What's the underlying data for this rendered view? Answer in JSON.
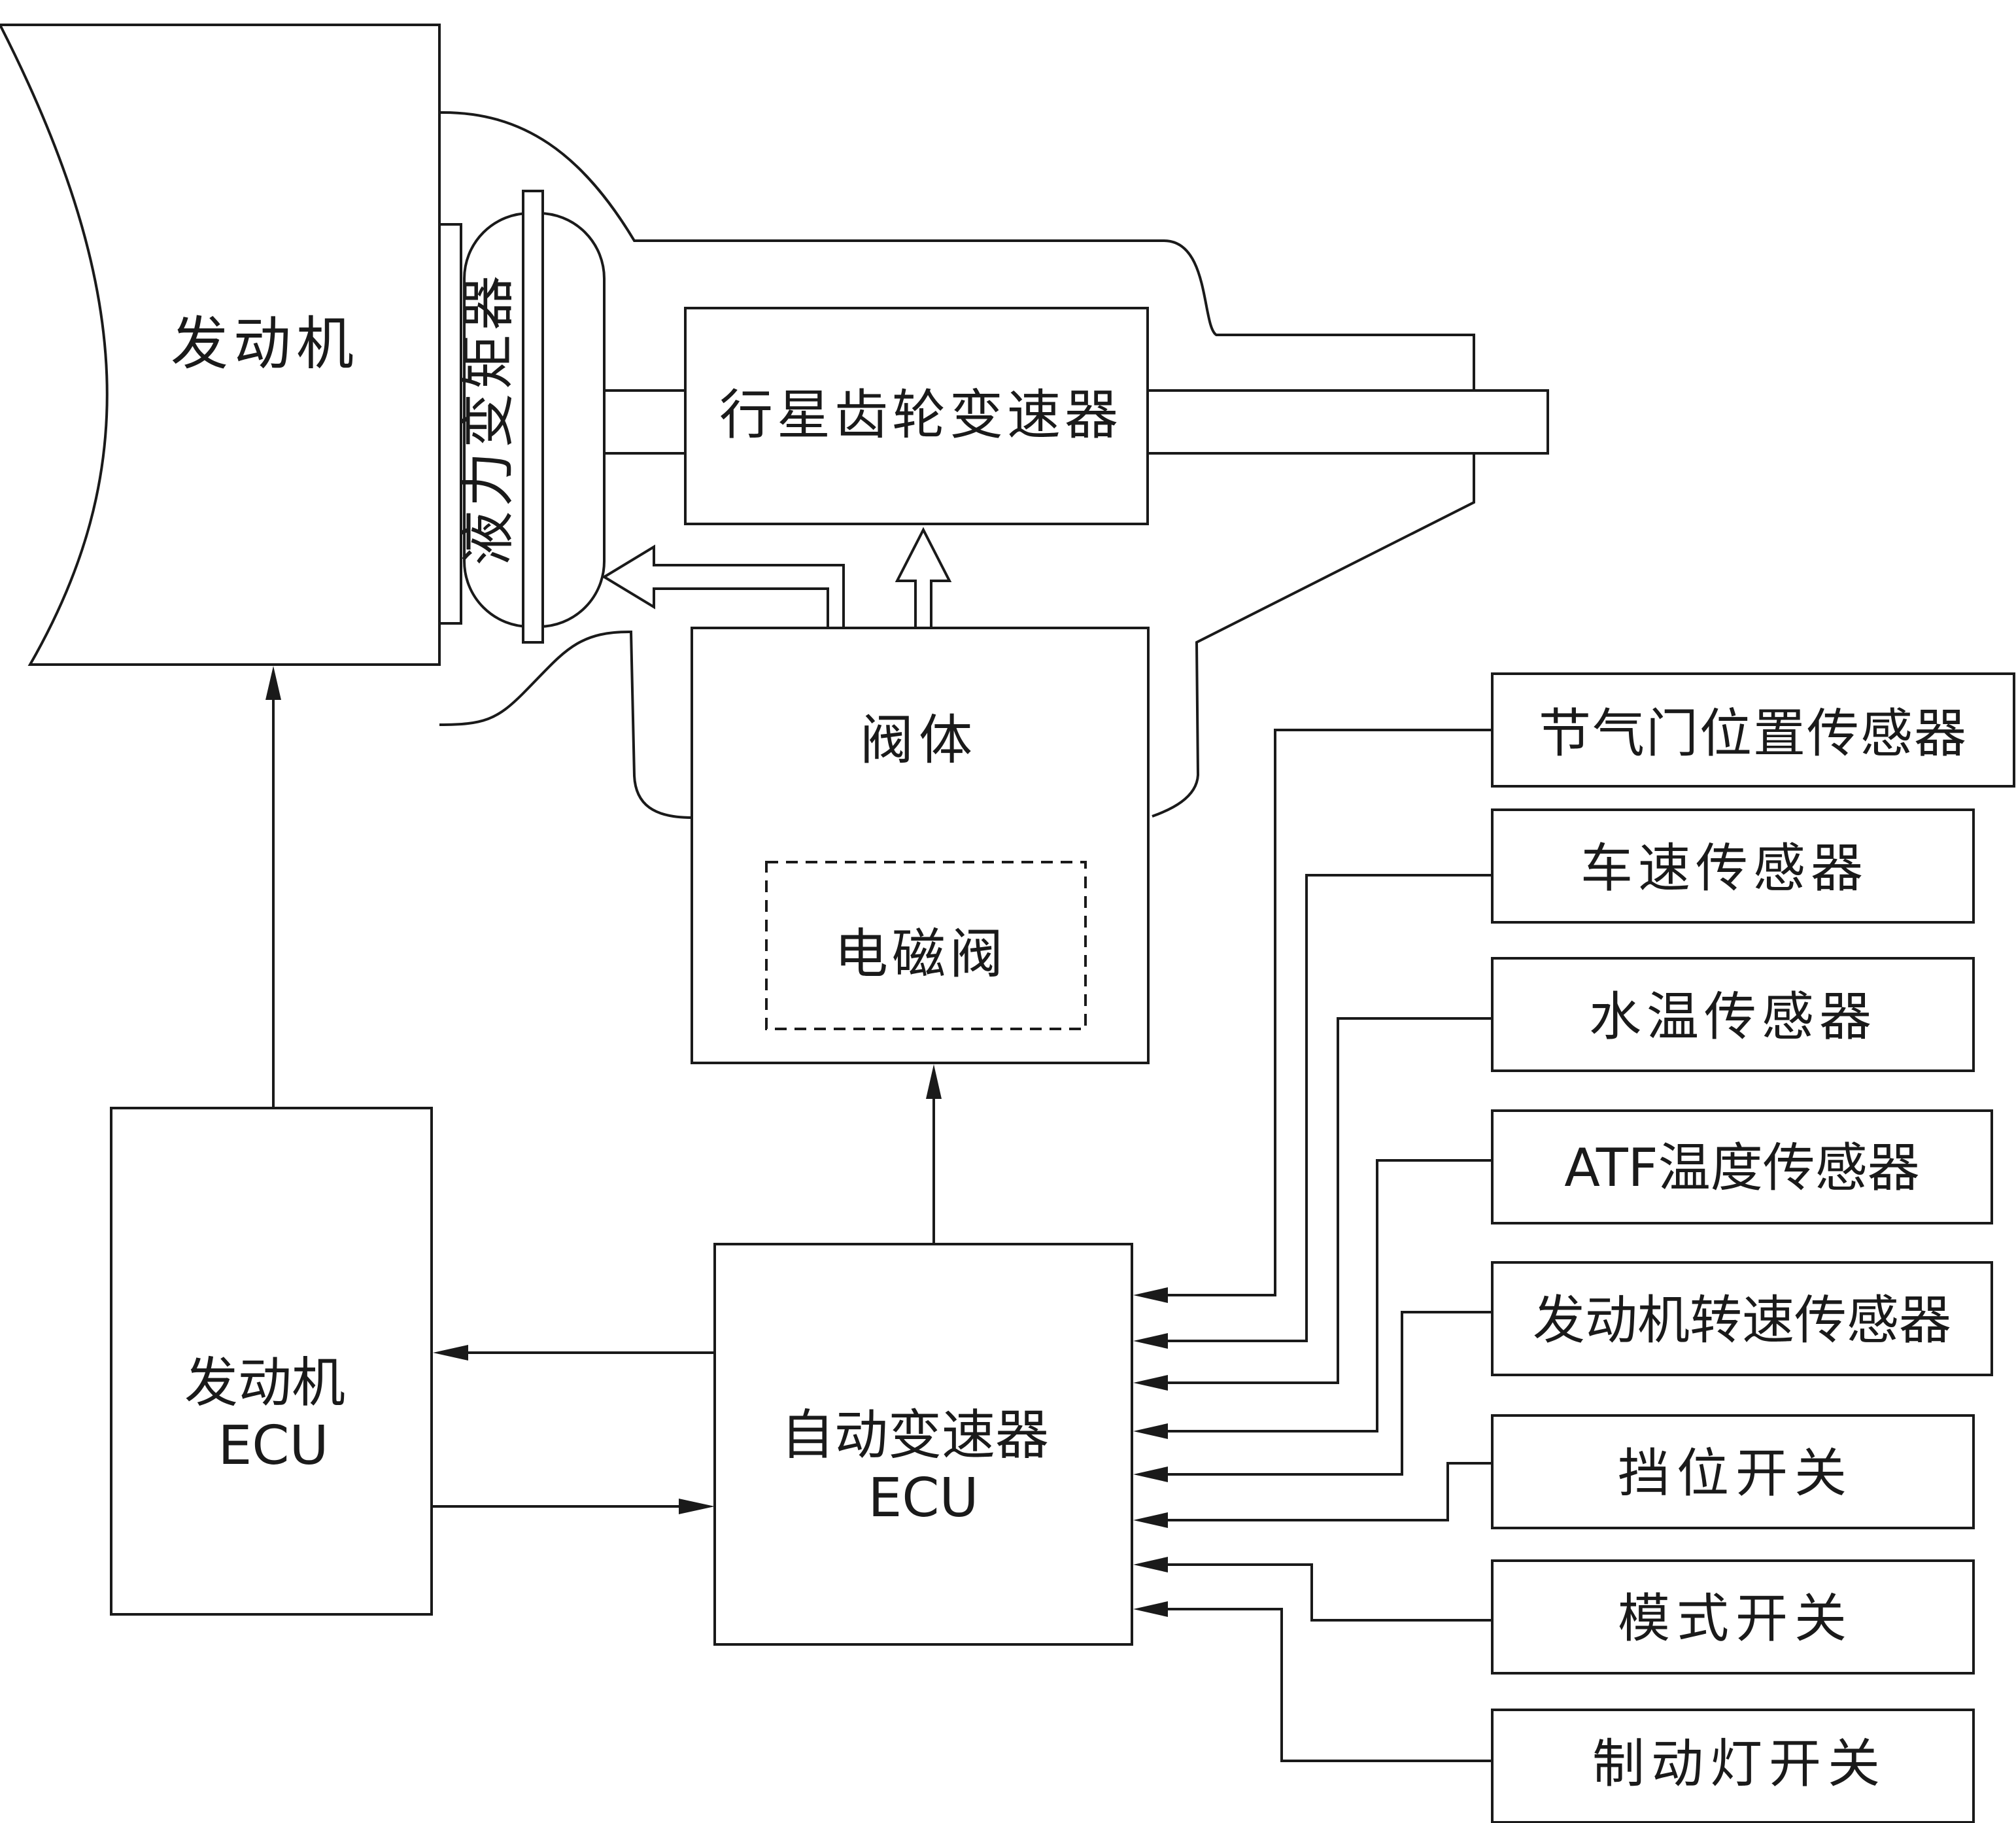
{
  "engine": {
    "label": "发动机"
  },
  "torque_converter": {
    "label": "液力变矩器"
  },
  "planetary_gearbox": {
    "label": "行星齿轮变速器"
  },
  "valve_body": {
    "label": "阀体"
  },
  "solenoid_valve": {
    "label": "电磁阀"
  },
  "engine_ecu": {
    "line1": "发动机",
    "line2": "ECU"
  },
  "transmission_ecu": {
    "line1": "自动变速器",
    "line2": "ECU"
  },
  "sensors": [
    {
      "label": "节气门位置传感器"
    },
    {
      "label": "车速传感器"
    },
    {
      "label": "水温传感器"
    },
    {
      "label": "ATF温度传感器"
    },
    {
      "label": "发动机转速传感器"
    },
    {
      "label": "挡位开关"
    },
    {
      "label": "模式开关"
    },
    {
      "label": "制动灯开关"
    }
  ],
  "colors": {
    "line": "#1a1a1a",
    "background": "#ffffff"
  }
}
